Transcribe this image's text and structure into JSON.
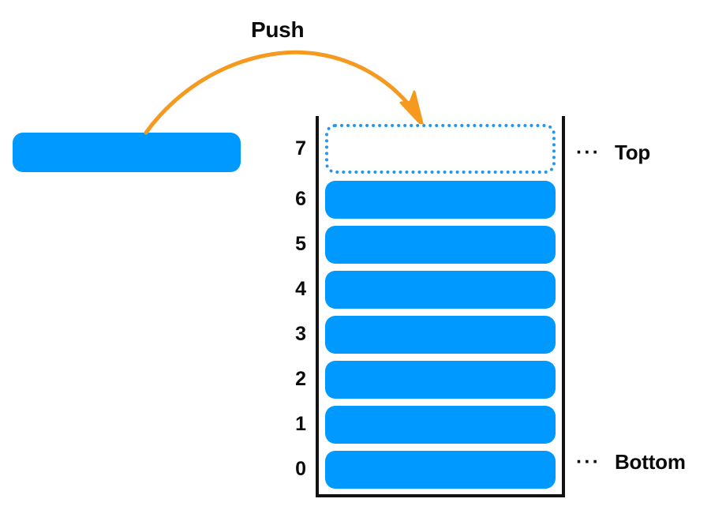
{
  "diagram": {
    "title_label": "Push",
    "colors": {
      "block_fill": "#0099ff",
      "empty_slot_border": "#2196f3",
      "arrow": "#f59a1e",
      "container_wall": "#121212",
      "text": "#0b0b0b",
      "background": "#ffffff"
    },
    "incoming_element": {
      "name": "incoming-block",
      "label": ""
    },
    "arrow": {
      "name": "push-arrow",
      "label": "Push"
    },
    "stack": {
      "slots": [
        {
          "index": "7",
          "state": "empty",
          "label": ""
        },
        {
          "index": "6",
          "state": "filled",
          "label": ""
        },
        {
          "index": "5",
          "state": "filled",
          "label": ""
        },
        {
          "index": "4",
          "state": "filled",
          "label": ""
        },
        {
          "index": "3",
          "state": "filled",
          "label": ""
        },
        {
          "index": "2",
          "state": "filled",
          "label": ""
        },
        {
          "index": "1",
          "state": "filled",
          "label": ""
        },
        {
          "index": "0",
          "state": "filled",
          "label": ""
        }
      ]
    },
    "annotations": {
      "top": {
        "dots": "···",
        "text": "Top"
      },
      "bottom": {
        "dots": "···",
        "text": "Bottom"
      }
    }
  }
}
